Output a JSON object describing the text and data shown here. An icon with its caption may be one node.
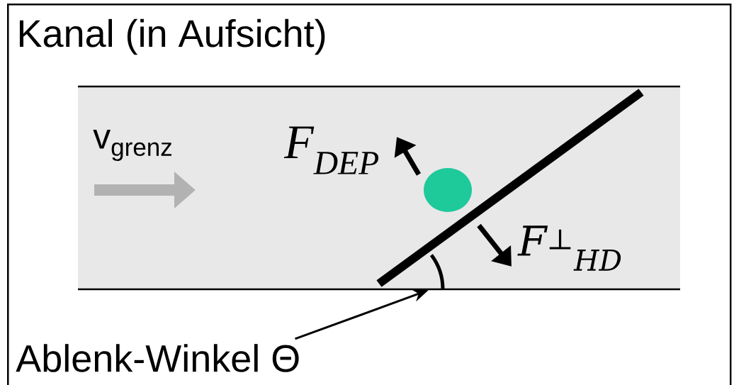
{
  "diagram": {
    "nodes": [
      {
        "text": [
          "Kanal (in Aufsicht)"
        ]
      },
      {
        "text": [
          "Ablenk-Winkel Θ"
        ],
        "in": 0
      },
      {
        "text": [],
        "shape": "arc",
        "in": 0
      }
    ],
    "edges": [
      {
        "from": 1,
        "to": 2,
        "arrow": "to"
      }
    ],
    "labels": [
      "v$_{grenz}$",
      "F$_{DEP}$",
      "F$^{⊥}$$_{HD}$"
    ]
  }
}
